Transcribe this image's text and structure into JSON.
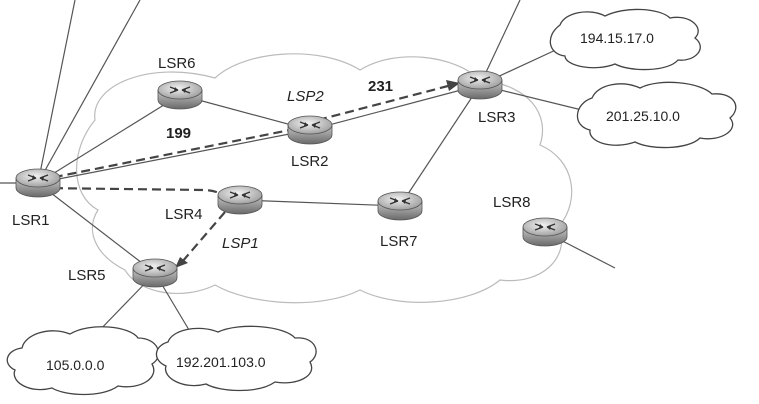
{
  "routers": {
    "lsr1": "LSR1",
    "lsr2": "LSR2",
    "lsr3": "LSR3",
    "lsr4": "LSR4",
    "lsr5": "LSR5",
    "lsr6": "LSR6",
    "lsr7": "LSR7",
    "lsr8": "LSR8"
  },
  "paths": {
    "lsp1": "LSP1",
    "lsp2": "LSP2"
  },
  "labels": {
    "label_199": "199",
    "label_231": "231"
  },
  "networks": {
    "net1": "194.15.17.0",
    "net2": "201.25.10.0",
    "net3": "105.0.0.0",
    "net4": "192.201.103.0"
  }
}
